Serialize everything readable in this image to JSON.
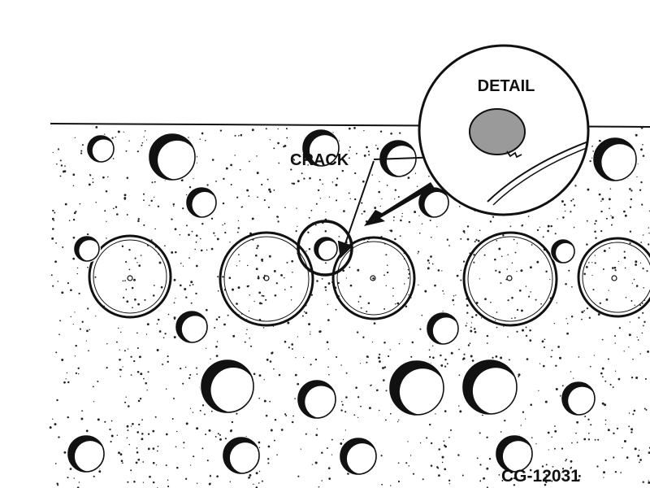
{
  "labels": {
    "crack": "CRACK",
    "detail": "DETAIL",
    "figure_number": "CG-12031"
  },
  "colors": {
    "ink": "#111111",
    "paper": "#ffffff",
    "stipple": "#222222",
    "detail_fill": "#9a9a9a"
  },
  "icons": {
    "hole": "round-hole",
    "seat": "valve-seat-ring",
    "crack_arrow": "arrow"
  }
}
